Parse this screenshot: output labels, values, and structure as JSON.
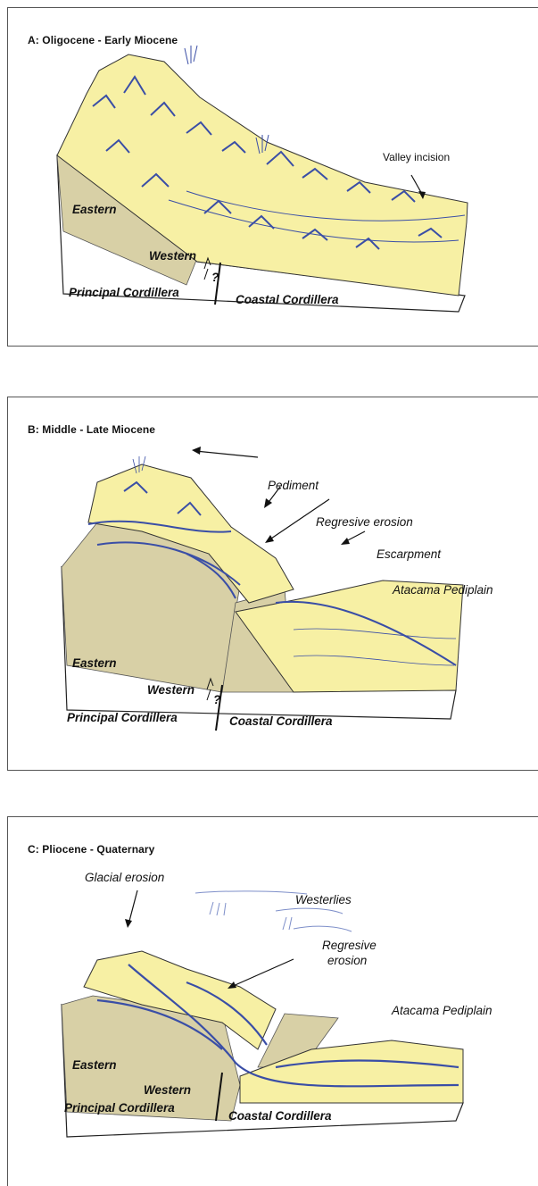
{
  "panels": [
    {
      "title": "A: Oligocene - Early Miocene",
      "labels": {
        "valley_incision": "Valley incision",
        "eastern": "Eastern",
        "western": "Western",
        "principal_cordillera": "Principal Cordillera",
        "coastal_cordillera": "Coastal Cordillera",
        "fault_query": "?"
      }
    },
    {
      "title": "B: Middle - Late Miocene",
      "labels": {
        "pediment": "Pediment",
        "regresive_erosion": "Regresive erosion",
        "escarpment": "Escarpment",
        "atacama_pediplain": "Atacama Pediplain",
        "eastern": "Eastern",
        "western": "Western",
        "principal_cordillera": "Principal Cordillera",
        "coastal_cordillera": "Coastal Cordillera",
        "fault_query": "?"
      }
    },
    {
      "title": "C: Pliocene - Quaternary",
      "labels": {
        "glacial_erosion": "Glacial erosion",
        "westerlies": "Westerlies",
        "regresive": "Regresive",
        "erosion": "erosion",
        "atacama_pediplain": "Atacama Pediplain",
        "eastern": "Eastern",
        "western": "Western",
        "principal_cordillera": "Principal Cordillera",
        "coastal_cordillera": "Coastal Cordillera"
      }
    }
  ],
  "colors": {
    "top_surface": "#f7f0a4",
    "side_face": "#d8d0a6",
    "relief_blue": "#3a4ea6",
    "outline": "#222222"
  }
}
